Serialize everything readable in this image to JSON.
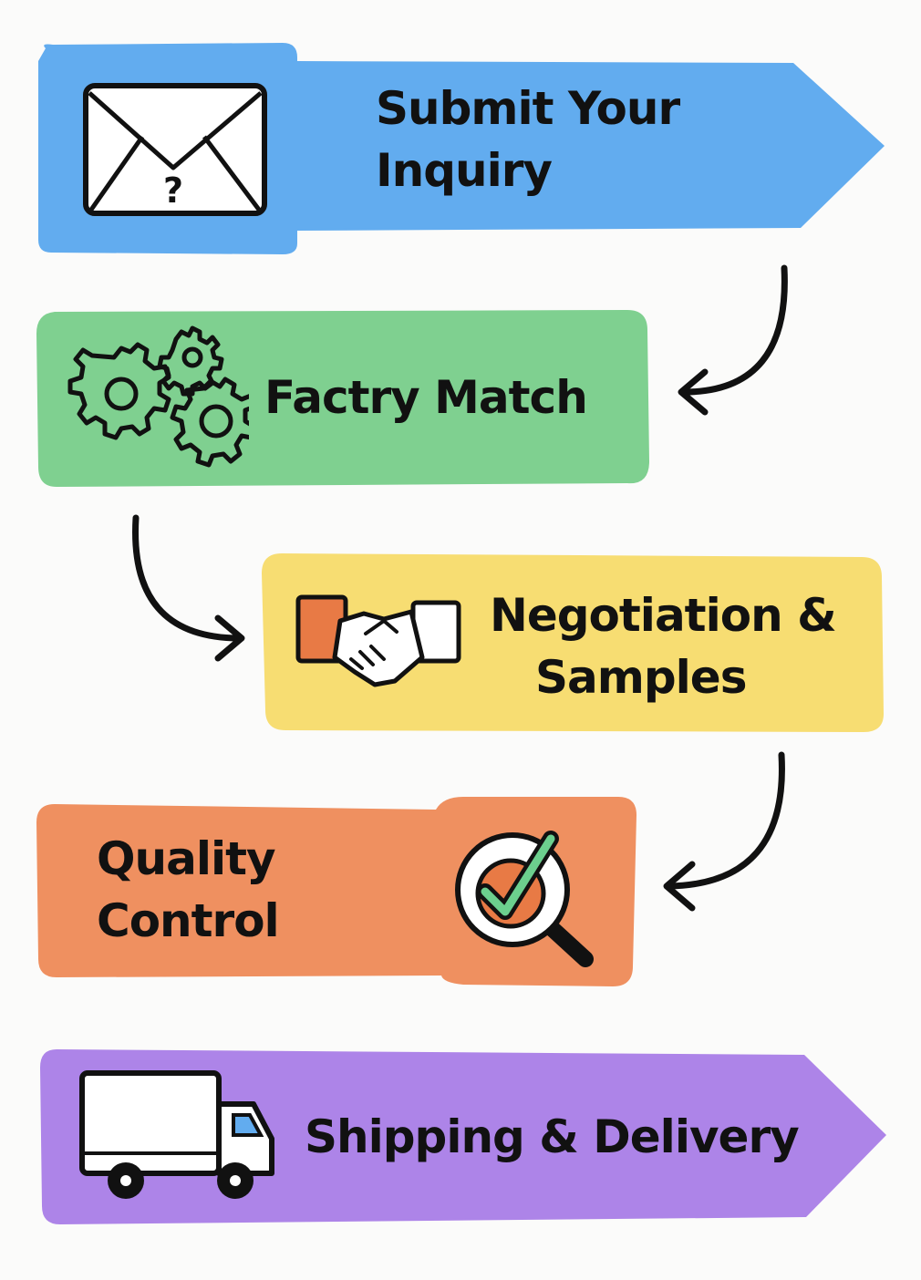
{
  "diagram": {
    "type": "process-flow",
    "steps": [
      {
        "label_line1": "Submit Your",
        "label_line2": "Inquiry",
        "icon": "envelope-question-icon",
        "color": "#62acef",
        "shape": "arrow-right"
      },
      {
        "label_line1": "Factry Match",
        "icon": "gears-icon",
        "color": "#7fd090",
        "shape": "rounded-rect"
      },
      {
        "label_line1": "Negotiation &",
        "label_line2": "Samples",
        "icon": "handshake-icon",
        "color": "#f7dd72",
        "shape": "rounded-rect"
      },
      {
        "label_line1": "Quality",
        "label_line2": "Control",
        "icon": "magnifier-check-icon",
        "color": "#ef9060",
        "shape": "rounded-rect"
      },
      {
        "label_line1": "Shipping & Delivery",
        "icon": "delivery-truck-icon",
        "color": "#ad84e8",
        "shape": "arrow-right"
      }
    ],
    "connectors": [
      {
        "from": 1,
        "to": 2,
        "direction": "curve-left"
      },
      {
        "from": 2,
        "to": 3,
        "direction": "curve-right"
      },
      {
        "from": 3,
        "to": 4,
        "direction": "curve-left"
      }
    ],
    "icon_colors": {
      "stroke": "#111111",
      "fill": "#ffffff",
      "accent_orange": "#e87a45",
      "accent_green": "#6ccf8e",
      "accent_blue": "#62acef"
    }
  }
}
